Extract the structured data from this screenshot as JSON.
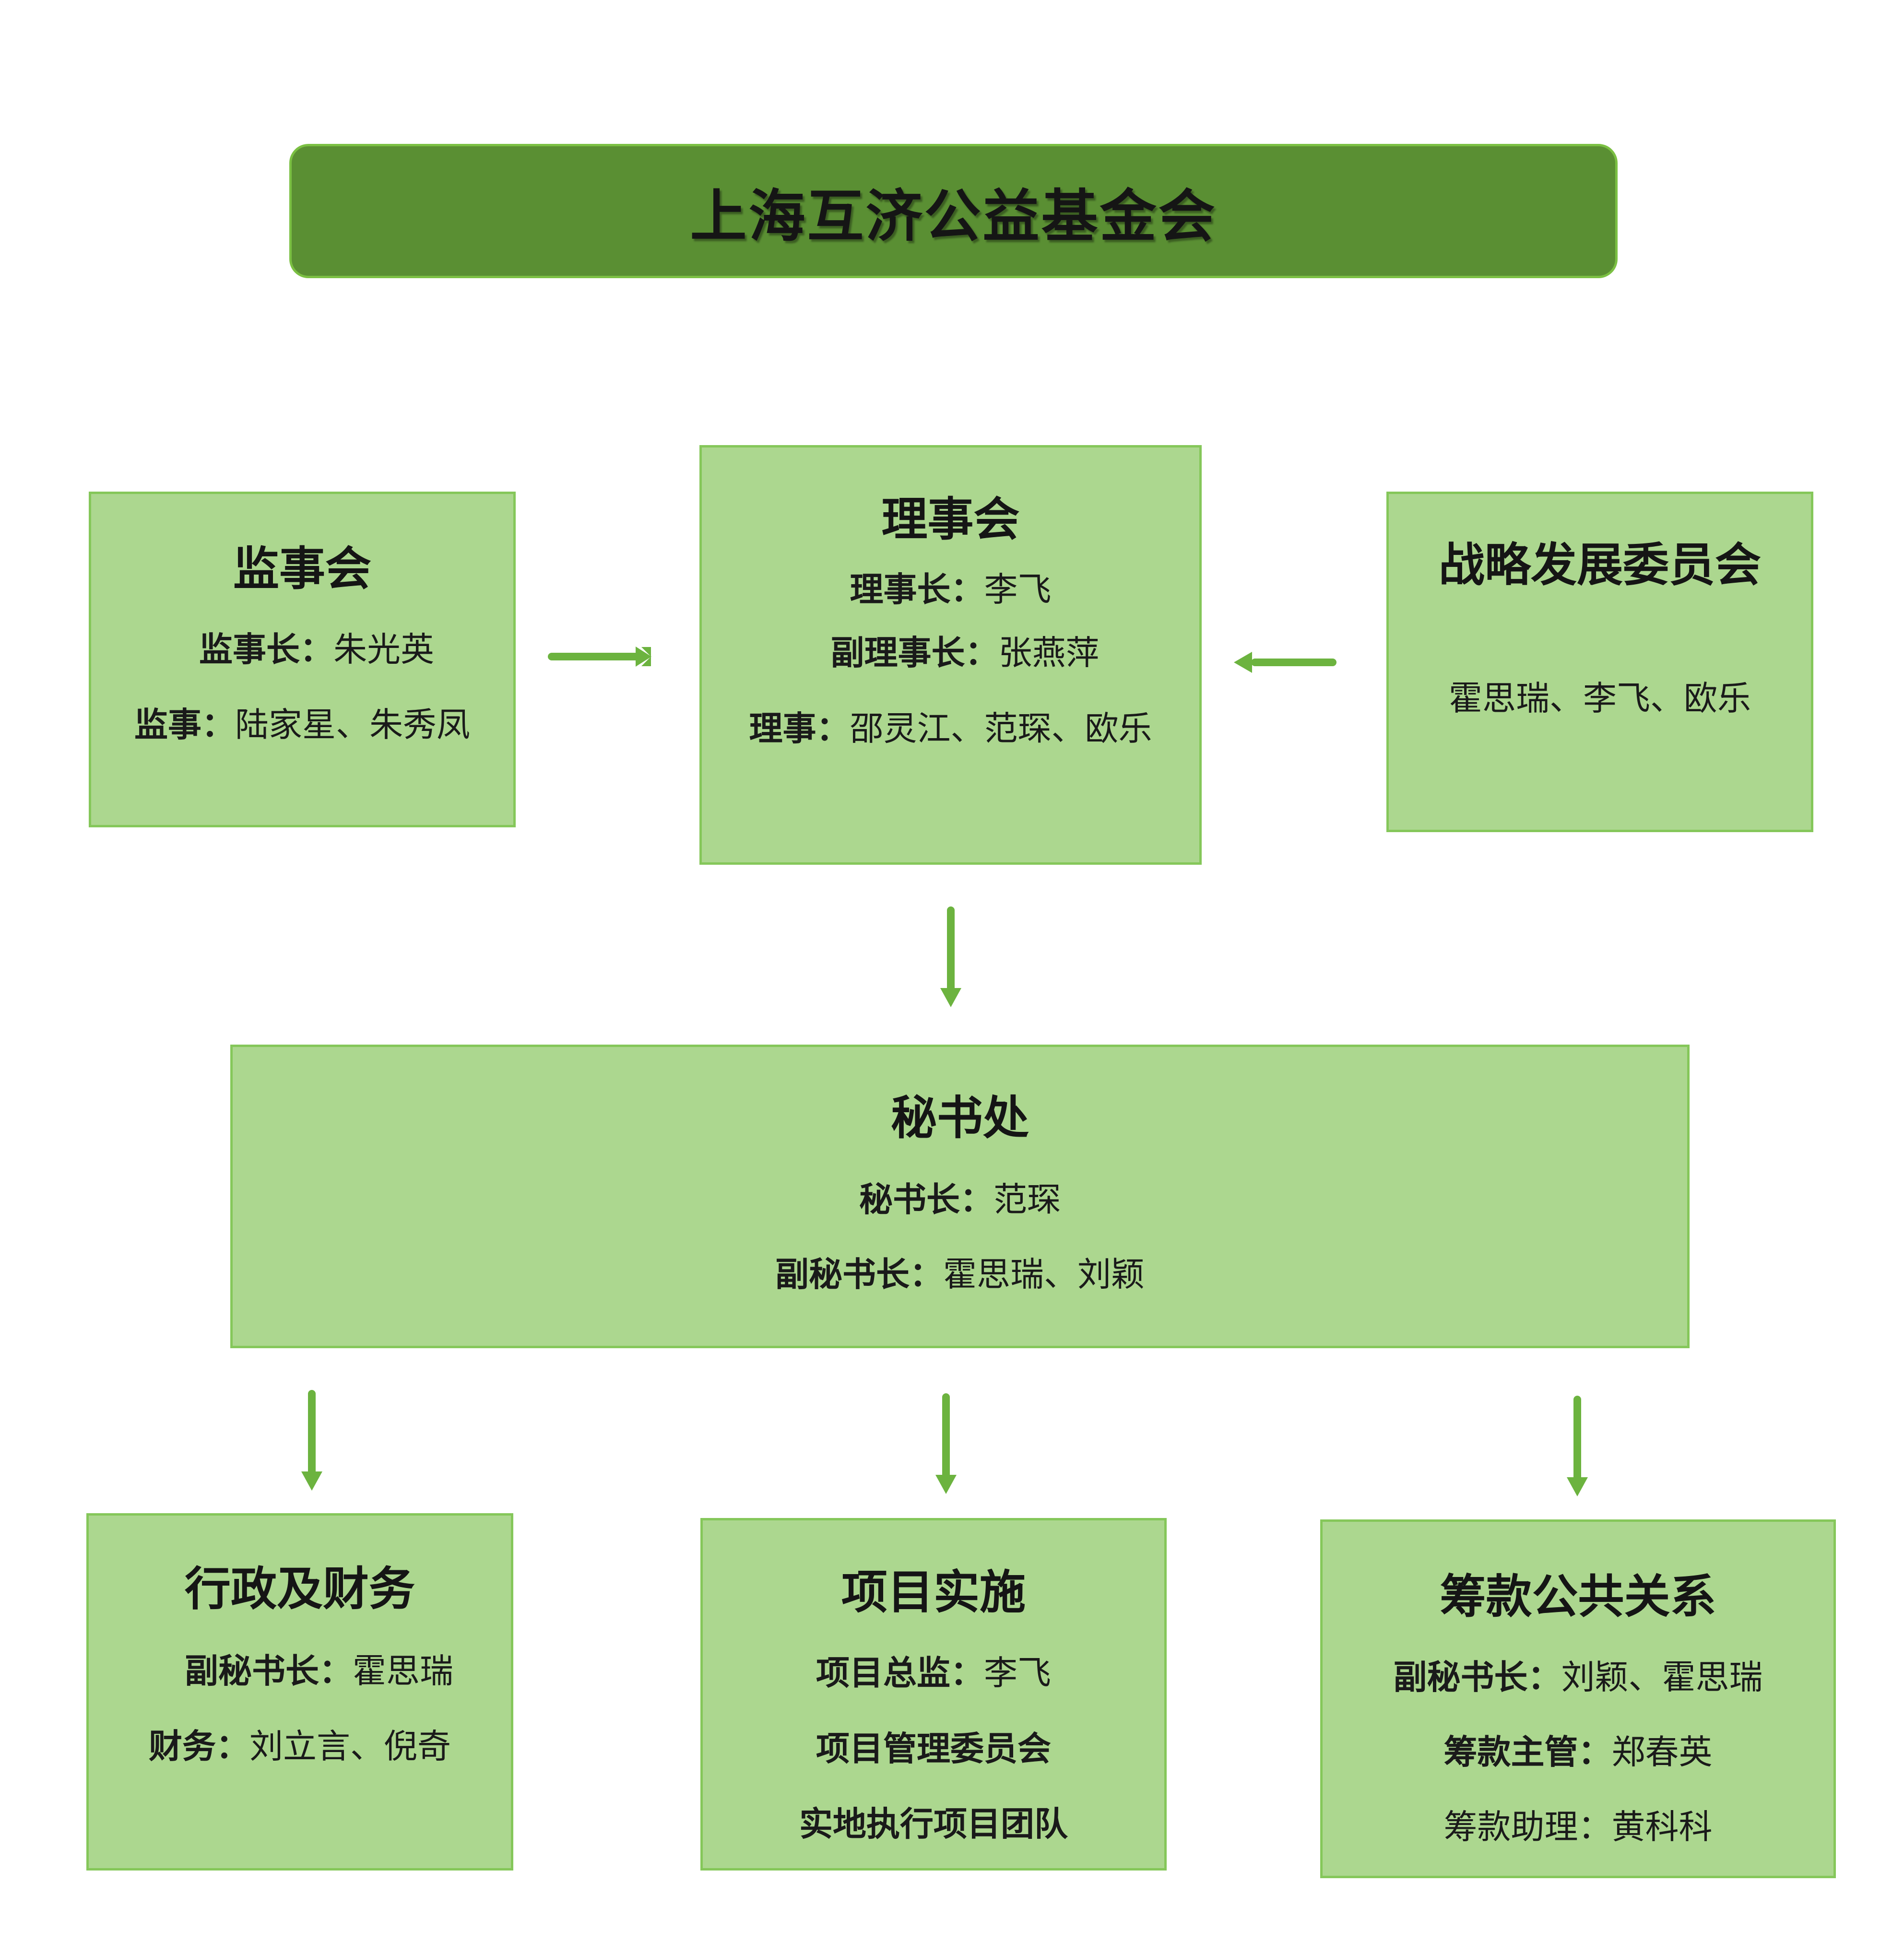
{
  "title": "上海互济公益基金会",
  "supervisory_board": {
    "title": "监事会",
    "lines": [
      {
        "label": "监事长：",
        "value": "朱光英"
      },
      {
        "label": "监事：",
        "value": "陆家星、朱秀凤"
      }
    ]
  },
  "board_of_directors": {
    "title": "理事会",
    "lines": [
      {
        "label": "理事长：",
        "value": "李飞"
      },
      {
        "label": "副理事长：",
        "value": "张燕萍"
      },
      {
        "label": "理事：",
        "value": "邵灵江、范琛、欧乐"
      }
    ]
  },
  "strategy_committee": {
    "title": "战略发展委员会",
    "members": "霍思瑞、李飞、欧乐"
  },
  "secretariat": {
    "title": "秘书处",
    "lines": [
      {
        "label": "秘书长：",
        "value": "范琛"
      },
      {
        "label": "副秘书长：",
        "value": "霍思瑞、刘颖"
      }
    ]
  },
  "admin_finance": {
    "title": "行政及财务",
    "lines": [
      {
        "label": "副秘书长：",
        "value": "霍思瑞"
      },
      {
        "label": "财务：",
        "value": "刘立言、倪奇"
      }
    ]
  },
  "project_implementation": {
    "title": "项目实施",
    "line1": {
      "label": "项目总监：",
      "value": "李飞"
    },
    "line2": "项目管理委员会",
    "line3": "实地执行项目团队"
  },
  "fundraising_pr": {
    "title": "筹款公共关系",
    "lines": [
      {
        "label": "副秘书长：",
        "value": "刘颖、霍思瑞"
      },
      {
        "label": "筹款主管：",
        "value": "郑春英"
      }
    ],
    "assistant": {
      "label": "筹款助理：",
      "value": "黄科科"
    }
  },
  "colors": {
    "title_bar": "#5a8f33",
    "box_fill": "#acd78f",
    "box_border": "#85c75a",
    "arrow": "#6cb33f"
  }
}
